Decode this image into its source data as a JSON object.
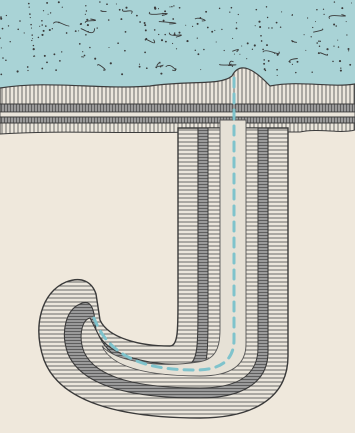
{
  "figure": {
    "name": "tubular-gland-cross-section",
    "colors": {
      "background": "#efe8dc",
      "lumen_fill": "#a9d3d6",
      "cell_band_light": "#e9e4da",
      "cell_band_dark": "#8f8f8f",
      "outline": "#3c3c3c",
      "duct_line": "#7fc3cc",
      "debris_dot": "#3a3a3a"
    },
    "parts": [
      "surface-fluid",
      "epithelial-surface-layer",
      "j-shaped-gland",
      "gland-lumen-dashed-line"
    ]
  }
}
